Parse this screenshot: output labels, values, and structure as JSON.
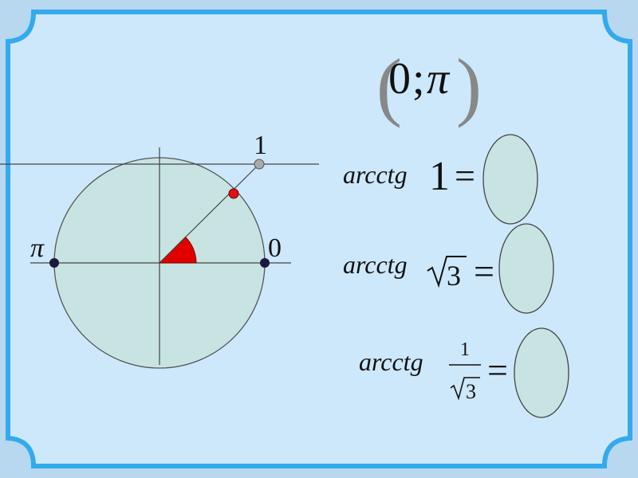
{
  "colors": {
    "background": "#cde8fb",
    "frame": "#33aaee",
    "circle_fill": "#c7e4e3",
    "ellipse_fill": "#c7e4e3",
    "angle_fill": "#e00000",
    "point_red": "#dd1111",
    "point_dark": "#1a1a40",
    "point_gray": "#aaaaaa"
  },
  "interval": {
    "left_bracket": "(",
    "zero": "0",
    "sep": ";",
    "pi": "π",
    "right_bracket": ")"
  },
  "circle_labels": {
    "pi_label": "π",
    "zero_label": "0",
    "one_label": "1"
  },
  "equations": [
    {
      "func": "arcctg",
      "arg": "1",
      "eq": "="
    },
    {
      "func": "arcctg",
      "arg_radical": "3",
      "eq": "="
    },
    {
      "func": "arcctg",
      "numerator": "1",
      "denominator_radical": "3",
      "eq": "="
    }
  ],
  "icons": {
    "unit_circle": "unit-circle-diagram",
    "answer_slot": "ellipse-placeholder"
  }
}
